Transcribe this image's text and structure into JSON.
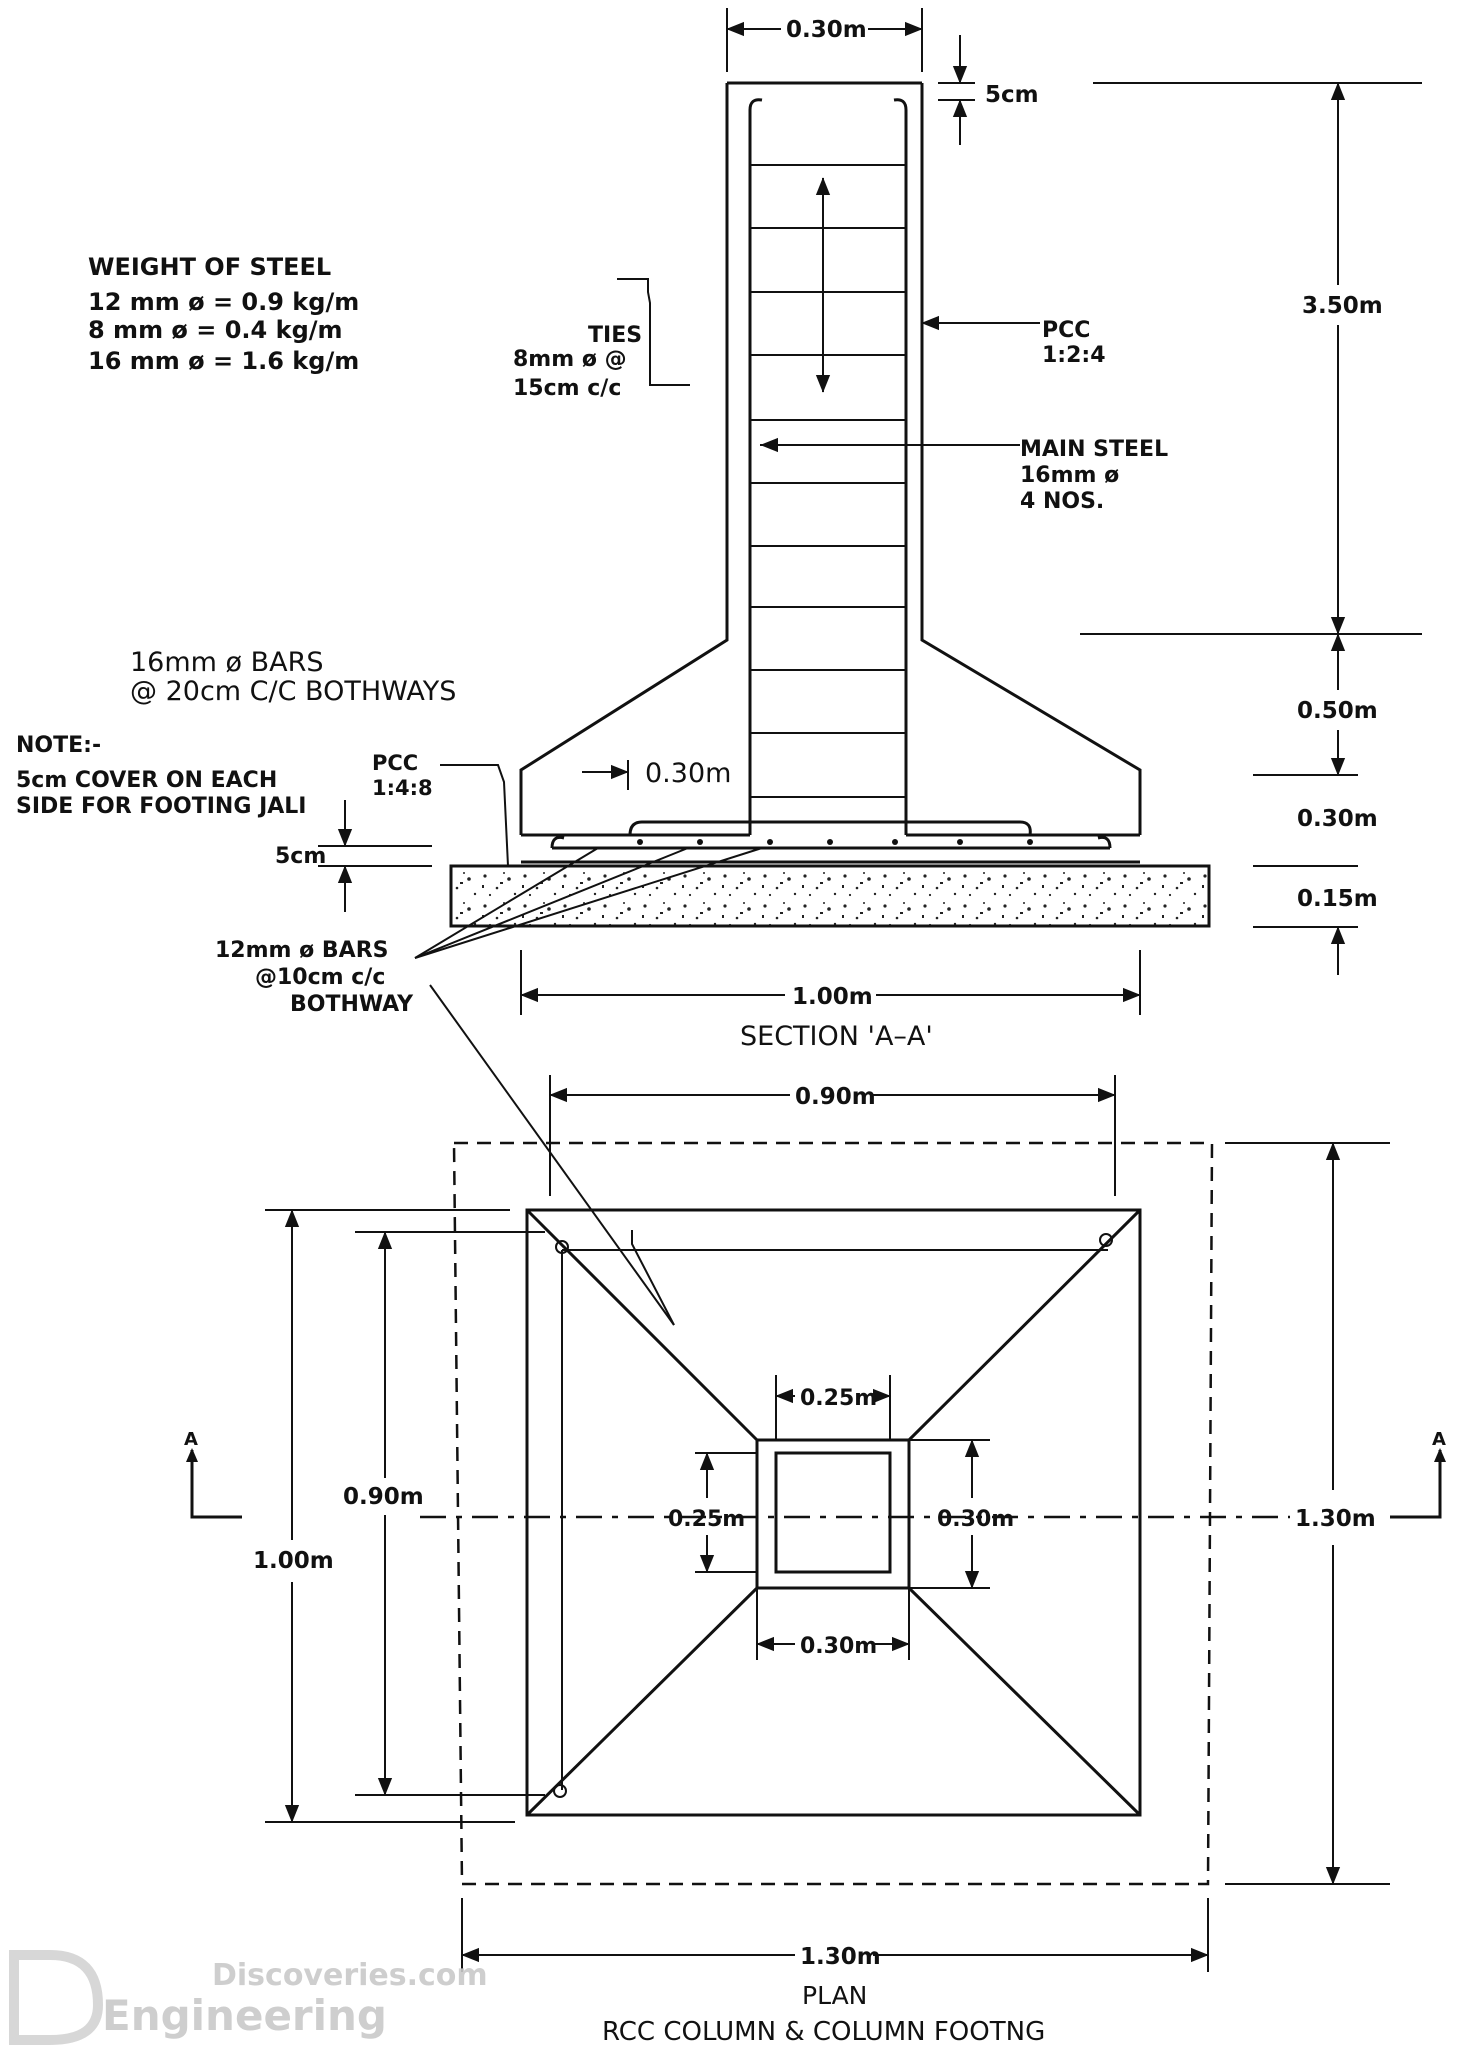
{
  "notes": {
    "weight_title": "WEIGHT OF STEEL",
    "weight_12": "12 mm ø = 0.9 kg/m",
    "weight_8": "8 mm ø = 0.4 kg/m",
    "weight_16": "16 mm ø = 1.6 kg/m",
    "ties_1": "TIES",
    "ties_2": "8mm ø @",
    "ties_3": "15cm c/c",
    "pcc_col_1": "PCC",
    "pcc_col_2": "1:2:4",
    "main_steel_1": "MAIN STEEL",
    "main_steel_2": "16mm ø",
    "main_steel_3": "4 NOS.",
    "bars16_1": "16mm ø BARS",
    "bars16_2": "@ 20cm C/C BOTHWAYS",
    "note_title": "NOTE:-",
    "note_1": "5cm COVER ON EACH",
    "note_2": "SIDE FOR FOOTING JALI",
    "pcc_base_1": "PCC",
    "pcc_base_2": "1:4:8",
    "bars12_1": "12mm ø BARS",
    "bars12_2": "@10cm c/c",
    "bars12_3": "BOTHWAY"
  },
  "section": {
    "title": "SECTION 'A–A'",
    "dim_top": "0.30m",
    "dim_cover_top": "5cm",
    "dim_col_height": "3.50m",
    "dim_slope": "0.50m",
    "dim_base": "0.30m",
    "dim_pcc": "0.15m",
    "dim_col_width": "0.30m",
    "dim_cover_side": "5cm",
    "dim_footing_width": "1.00m"
  },
  "plan": {
    "title": "PLAN",
    "subtitle": "RCC COLUMN & COLUMN FOOTNG",
    "dim_top": "0.90m",
    "dim_col_top": "0.25m",
    "dim_col_left": "0.25m",
    "dim_col_right": "0.30m",
    "dim_col_bottom": "0.30m",
    "dim_inner_left": "0.90m",
    "dim_outer_left": "1.00m",
    "dim_right": "1.30m",
    "dim_bottom": "1.30m",
    "section_mark_left": "A",
    "section_mark_right": "A"
  },
  "watermark": {
    "line1": "Discoveries.com",
    "line2": "Engineering"
  }
}
